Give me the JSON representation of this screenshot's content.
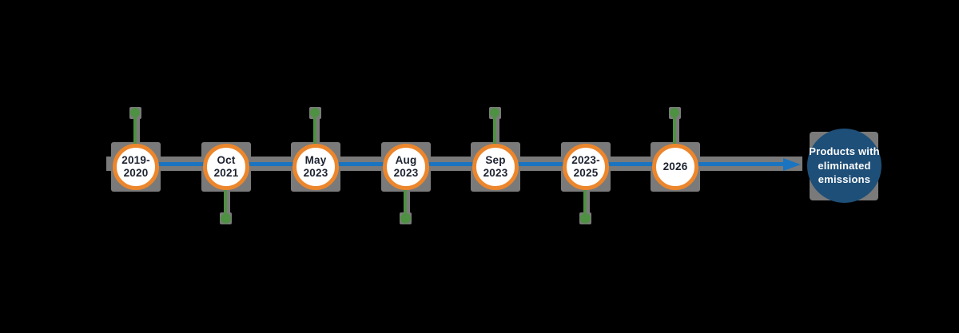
{
  "timeline": {
    "milestones": [
      {
        "line1": "2019-",
        "line2": "2020",
        "pin": "up"
      },
      {
        "line1": "Oct",
        "line2": "2021",
        "pin": "down"
      },
      {
        "line1": "May",
        "line2": "2023",
        "pin": "up"
      },
      {
        "line1": "Aug",
        "line2": "2023",
        "pin": "down"
      },
      {
        "line1": "Sep",
        "line2": "2023",
        "pin": "up"
      },
      {
        "line1": "2023-",
        "line2": "2025",
        "pin": "down"
      },
      {
        "line1": "2026",
        "line2": "",
        "pin": "up"
      }
    ],
    "end_node": {
      "line1": "Products with",
      "line2": "eliminated",
      "line3": "emissions"
    },
    "colors": {
      "circle_border": "#ec862c",
      "circle_fill": "#ffffff",
      "line_blue": "#1b74bf",
      "pin_green": "#4f9143",
      "end_fill": "#1e4f78",
      "shadow_gray": "#7a7a7a",
      "label_text": "#1d2230",
      "end_text": "#ffffff",
      "bg": "#000000"
    }
  }
}
